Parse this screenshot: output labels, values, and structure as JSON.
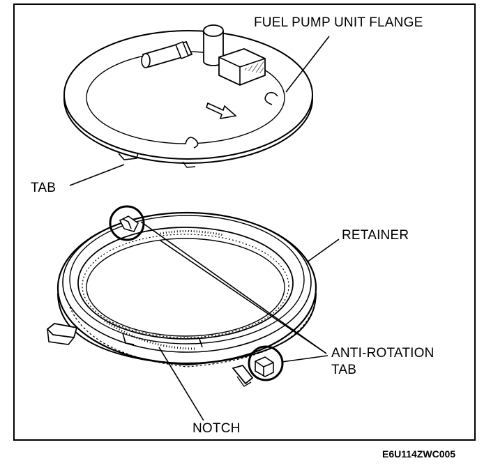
{
  "labels": {
    "flange": "FUEL PUMP UNIT FLANGE",
    "tab": "TAB",
    "retainer": "RETAINER",
    "anti_rotation_line1": "ANTI-ROTATION",
    "anti_rotation_line2": "TAB",
    "notch": "NOTCH"
  },
  "figure_code": "E6U114ZWC005",
  "colors": {
    "ink": "#000000",
    "paper": "#ffffff",
    "shade": "#d8d8d8"
  }
}
